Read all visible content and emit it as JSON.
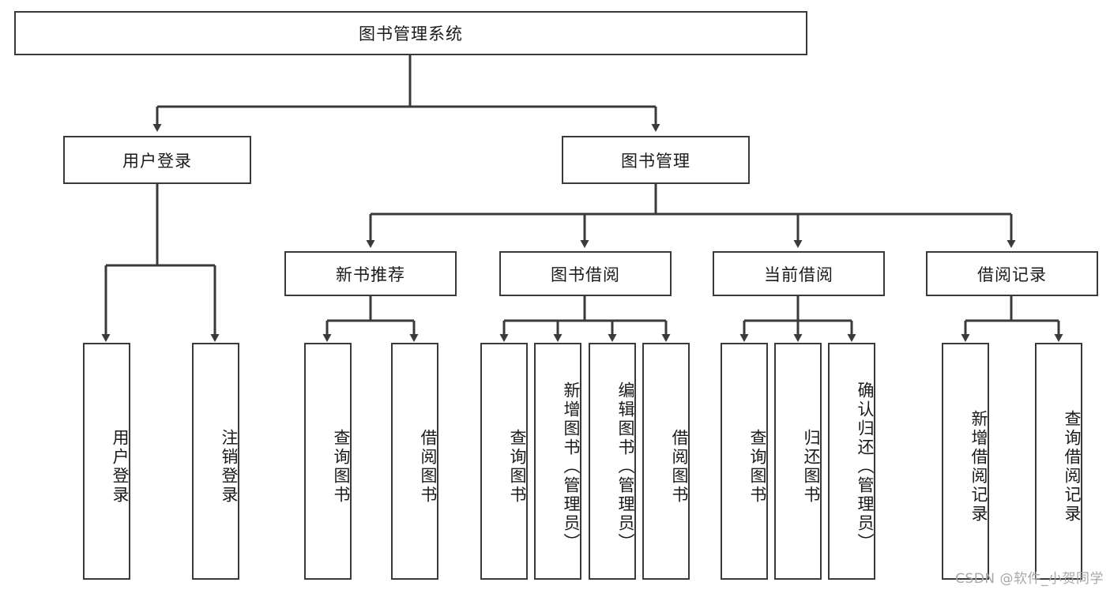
{
  "diagram": {
    "type": "tree-hierarchy",
    "title": "图书管理系统",
    "root": {
      "id": "root",
      "label": "图书管理系统"
    },
    "level1": [
      {
        "id": "user-login",
        "label": "用户登录"
      },
      {
        "id": "book-management",
        "label": "图书管理"
      }
    ],
    "level2": [
      {
        "id": "new-book-recommend",
        "label": "新书推荐",
        "parent": "book-management"
      },
      {
        "id": "book-borrow",
        "label": "图书借阅",
        "parent": "book-management"
      },
      {
        "id": "current-borrow",
        "label": "当前借阅",
        "parent": "book-management"
      },
      {
        "id": "borrow-record",
        "label": "借阅记录",
        "parent": "book-management"
      }
    ],
    "leaves": [
      {
        "id": "leaf-user-login",
        "label": "用户登录",
        "parent": "user-login"
      },
      {
        "id": "leaf-logout",
        "label": "注销登录",
        "parent": "user-login"
      },
      {
        "id": "leaf-query-book-1",
        "label": "查询图书",
        "parent": "new-book-recommend"
      },
      {
        "id": "leaf-borrow-book-1",
        "label": "借阅图书",
        "parent": "new-book-recommend"
      },
      {
        "id": "leaf-query-book-2",
        "label": "查询图书",
        "parent": "book-borrow"
      },
      {
        "id": "leaf-add-book",
        "label": "新增图书（管理员）",
        "parent": "book-borrow"
      },
      {
        "id": "leaf-edit-book",
        "label": "编辑图书（管理员）",
        "parent": "book-borrow"
      },
      {
        "id": "leaf-borrow-book-2",
        "label": "借阅图书",
        "parent": "book-borrow"
      },
      {
        "id": "leaf-query-book-3",
        "label": "查询图书",
        "parent": "current-borrow"
      },
      {
        "id": "leaf-return-book",
        "label": "归还图书",
        "parent": "current-borrow"
      },
      {
        "id": "leaf-confirm-return",
        "label": "确认归还（管理员）",
        "parent": "current-borrow"
      },
      {
        "id": "leaf-add-record",
        "label": "新增借阅记录",
        "parent": "borrow-record"
      },
      {
        "id": "leaf-query-record",
        "label": "查询借阅记录",
        "parent": "borrow-record"
      }
    ],
    "colors": {
      "stroke": "#3a3a3a",
      "fill": "#ffffff",
      "text": "#1a1a1a",
      "watermark": "#a8a8a8"
    }
  },
  "watermark": {
    "text": "CSDN @软件_小贺同学"
  }
}
